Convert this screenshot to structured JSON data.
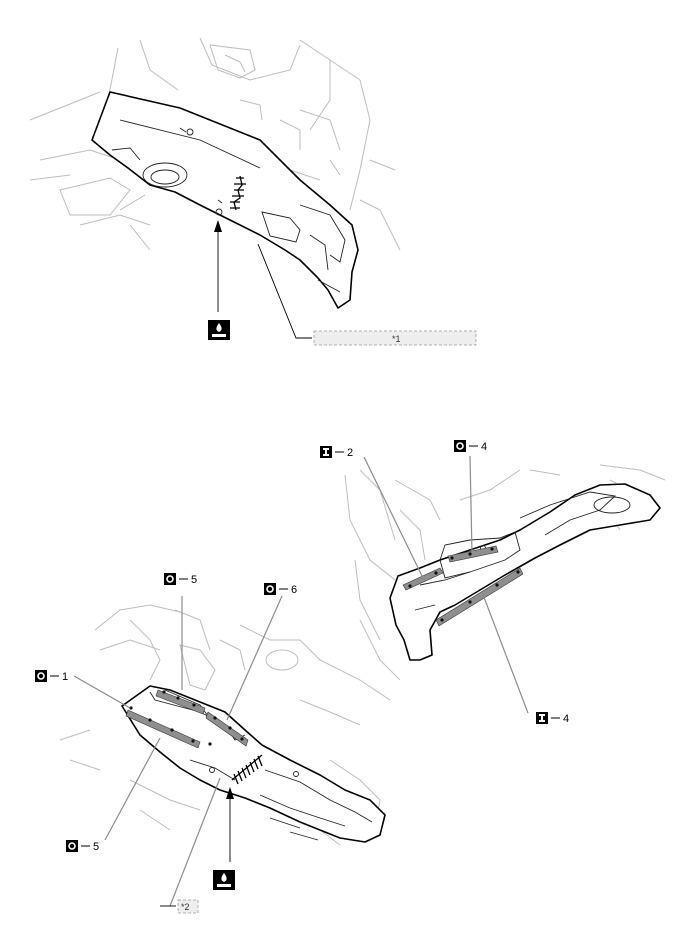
{
  "callouts": {
    "c1": "*1",
    "c2": "*2"
  },
  "labels": {
    "i2": "2",
    "o4": "4",
    "o5_top": "5",
    "o6": "6",
    "o1": "1",
    "i4": "4",
    "o5_bottom": "5"
  },
  "icons": {
    "sealer": "sealer-gun-icon",
    "weld_o": "o-weld-marker-icon",
    "weld_i": "i-weld-marker-icon"
  },
  "colors": {
    "outline": "#000000",
    "weld_strip": "#8f8f8f",
    "callout_box_fill": "#eeeeee",
    "background_lines": "#bdbdbd"
  }
}
